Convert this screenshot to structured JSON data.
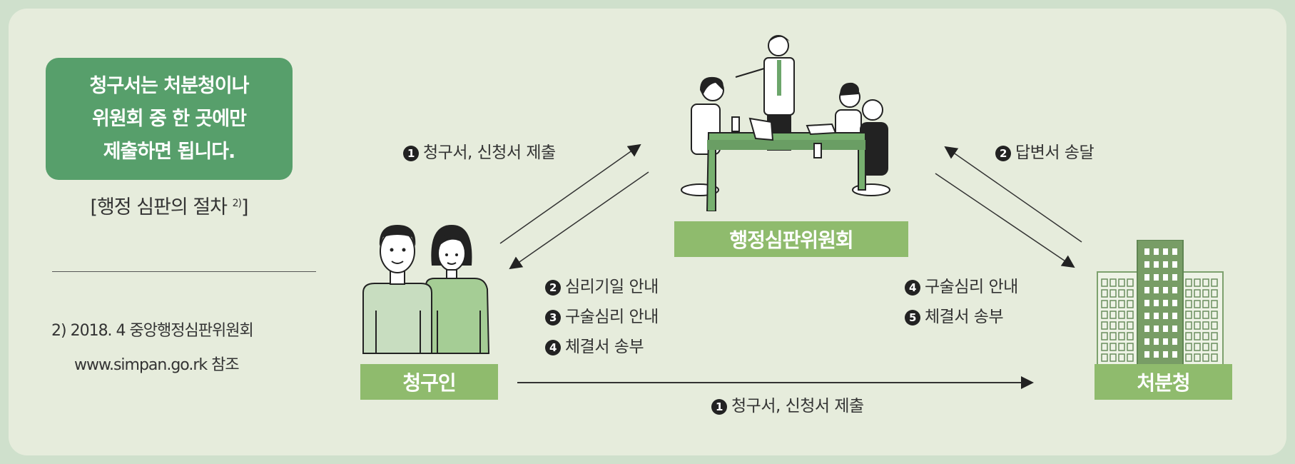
{
  "notice": {
    "lines": [
      "청구서는 처분청이나",
      "위원회 중 한 곳에만",
      "제출하면 됩니다."
    ]
  },
  "caption": {
    "text": "[행정 심판의 절차",
    "footnote_ref": "2)",
    "close": "]"
  },
  "footnote": {
    "line1": "2) 2018. 4  중앙행정심판위원회",
    "line2": "www.simpan.go.rk 참조"
  },
  "nodes": {
    "claimant": "청구인",
    "committee": "행정심판위원회",
    "agency": "처분청"
  },
  "steps": {
    "claimant_to_committee": {
      "num": "1",
      "text": "청구서, 신청서 제출"
    },
    "agency_to_committee": {
      "num": "2",
      "text": "답변서 송달"
    },
    "committee_to_claimant": [
      {
        "num": "2",
        "text": "심리기일 안내"
      },
      {
        "num": "3",
        "text": "구술심리 안내"
      },
      {
        "num": "4",
        "text": "체결서 송부"
      }
    ],
    "committee_to_agency": [
      {
        "num": "4",
        "text": "구술심리 안내"
      },
      {
        "num": "5",
        "text": "체결서 송부"
      }
    ],
    "claimant_to_agency": {
      "num": "1",
      "text": "청구서, 신청서 제출"
    }
  },
  "colors": {
    "notice": "#579f6b",
    "label": "#8fbb6d",
    "background": "#e6ecdc"
  }
}
